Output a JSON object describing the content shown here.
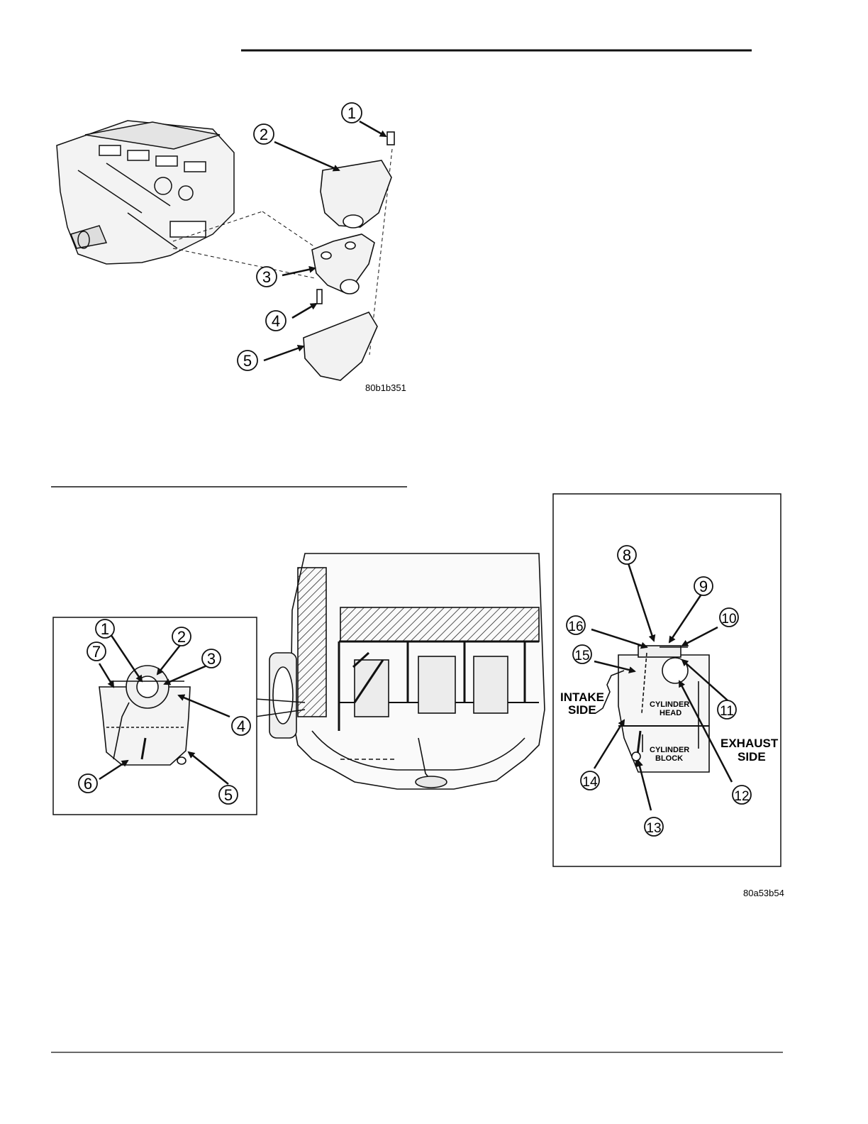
{
  "figure1": {
    "code": "80b1b351",
    "callouts": [
      "1",
      "2",
      "3",
      "4",
      "5"
    ]
  },
  "figure2": {
    "code": "80a53b54",
    "left_inset_callouts": [
      "1",
      "2",
      "3",
      "4",
      "5",
      "6",
      "7"
    ],
    "right_inset_callouts": [
      "8",
      "9",
      "10",
      "11",
      "12",
      "13",
      "14",
      "15",
      "16"
    ],
    "labels": {
      "intake_line1": "INTAKE",
      "intake_line2": "SIDE",
      "exhaust_line1": "EXHAUST",
      "exhaust_line2": "SIDE",
      "head_line1": "CYLINDER",
      "head_line2": "HEAD",
      "block_line1": "CYLINDER",
      "block_line2": "BLOCK"
    }
  }
}
